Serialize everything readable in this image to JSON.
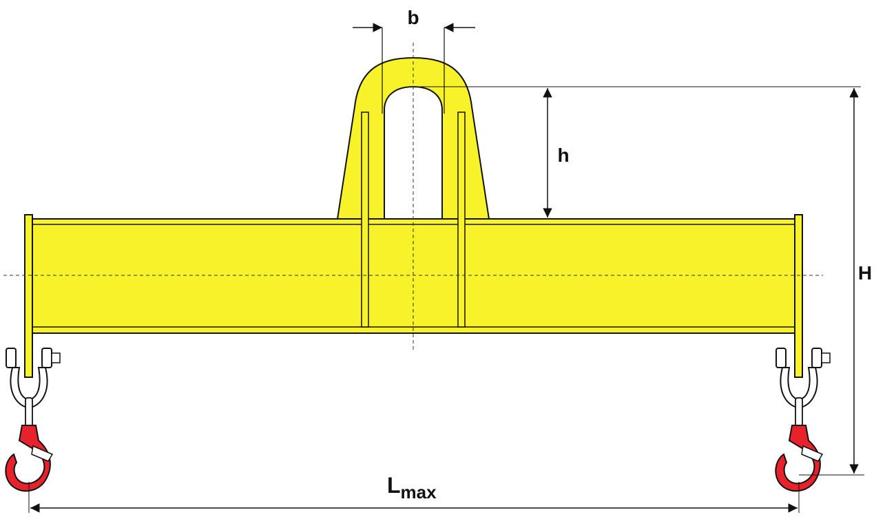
{
  "colors": {
    "beam_fill": "#f7f22a",
    "outline": "#111111",
    "hook_fill": "#e8222b",
    "shackle_fill": "#ffffff",
    "dimension_line": "#111111",
    "centerline": "#333333"
  },
  "labels": {
    "b": "b",
    "h": "h",
    "H": "H",
    "L_base": "L",
    "L_sub": "max"
  },
  "icons": [
    "lifting-beam",
    "lifting-eye",
    "shackle-icon",
    "crane-hook-icon"
  ]
}
